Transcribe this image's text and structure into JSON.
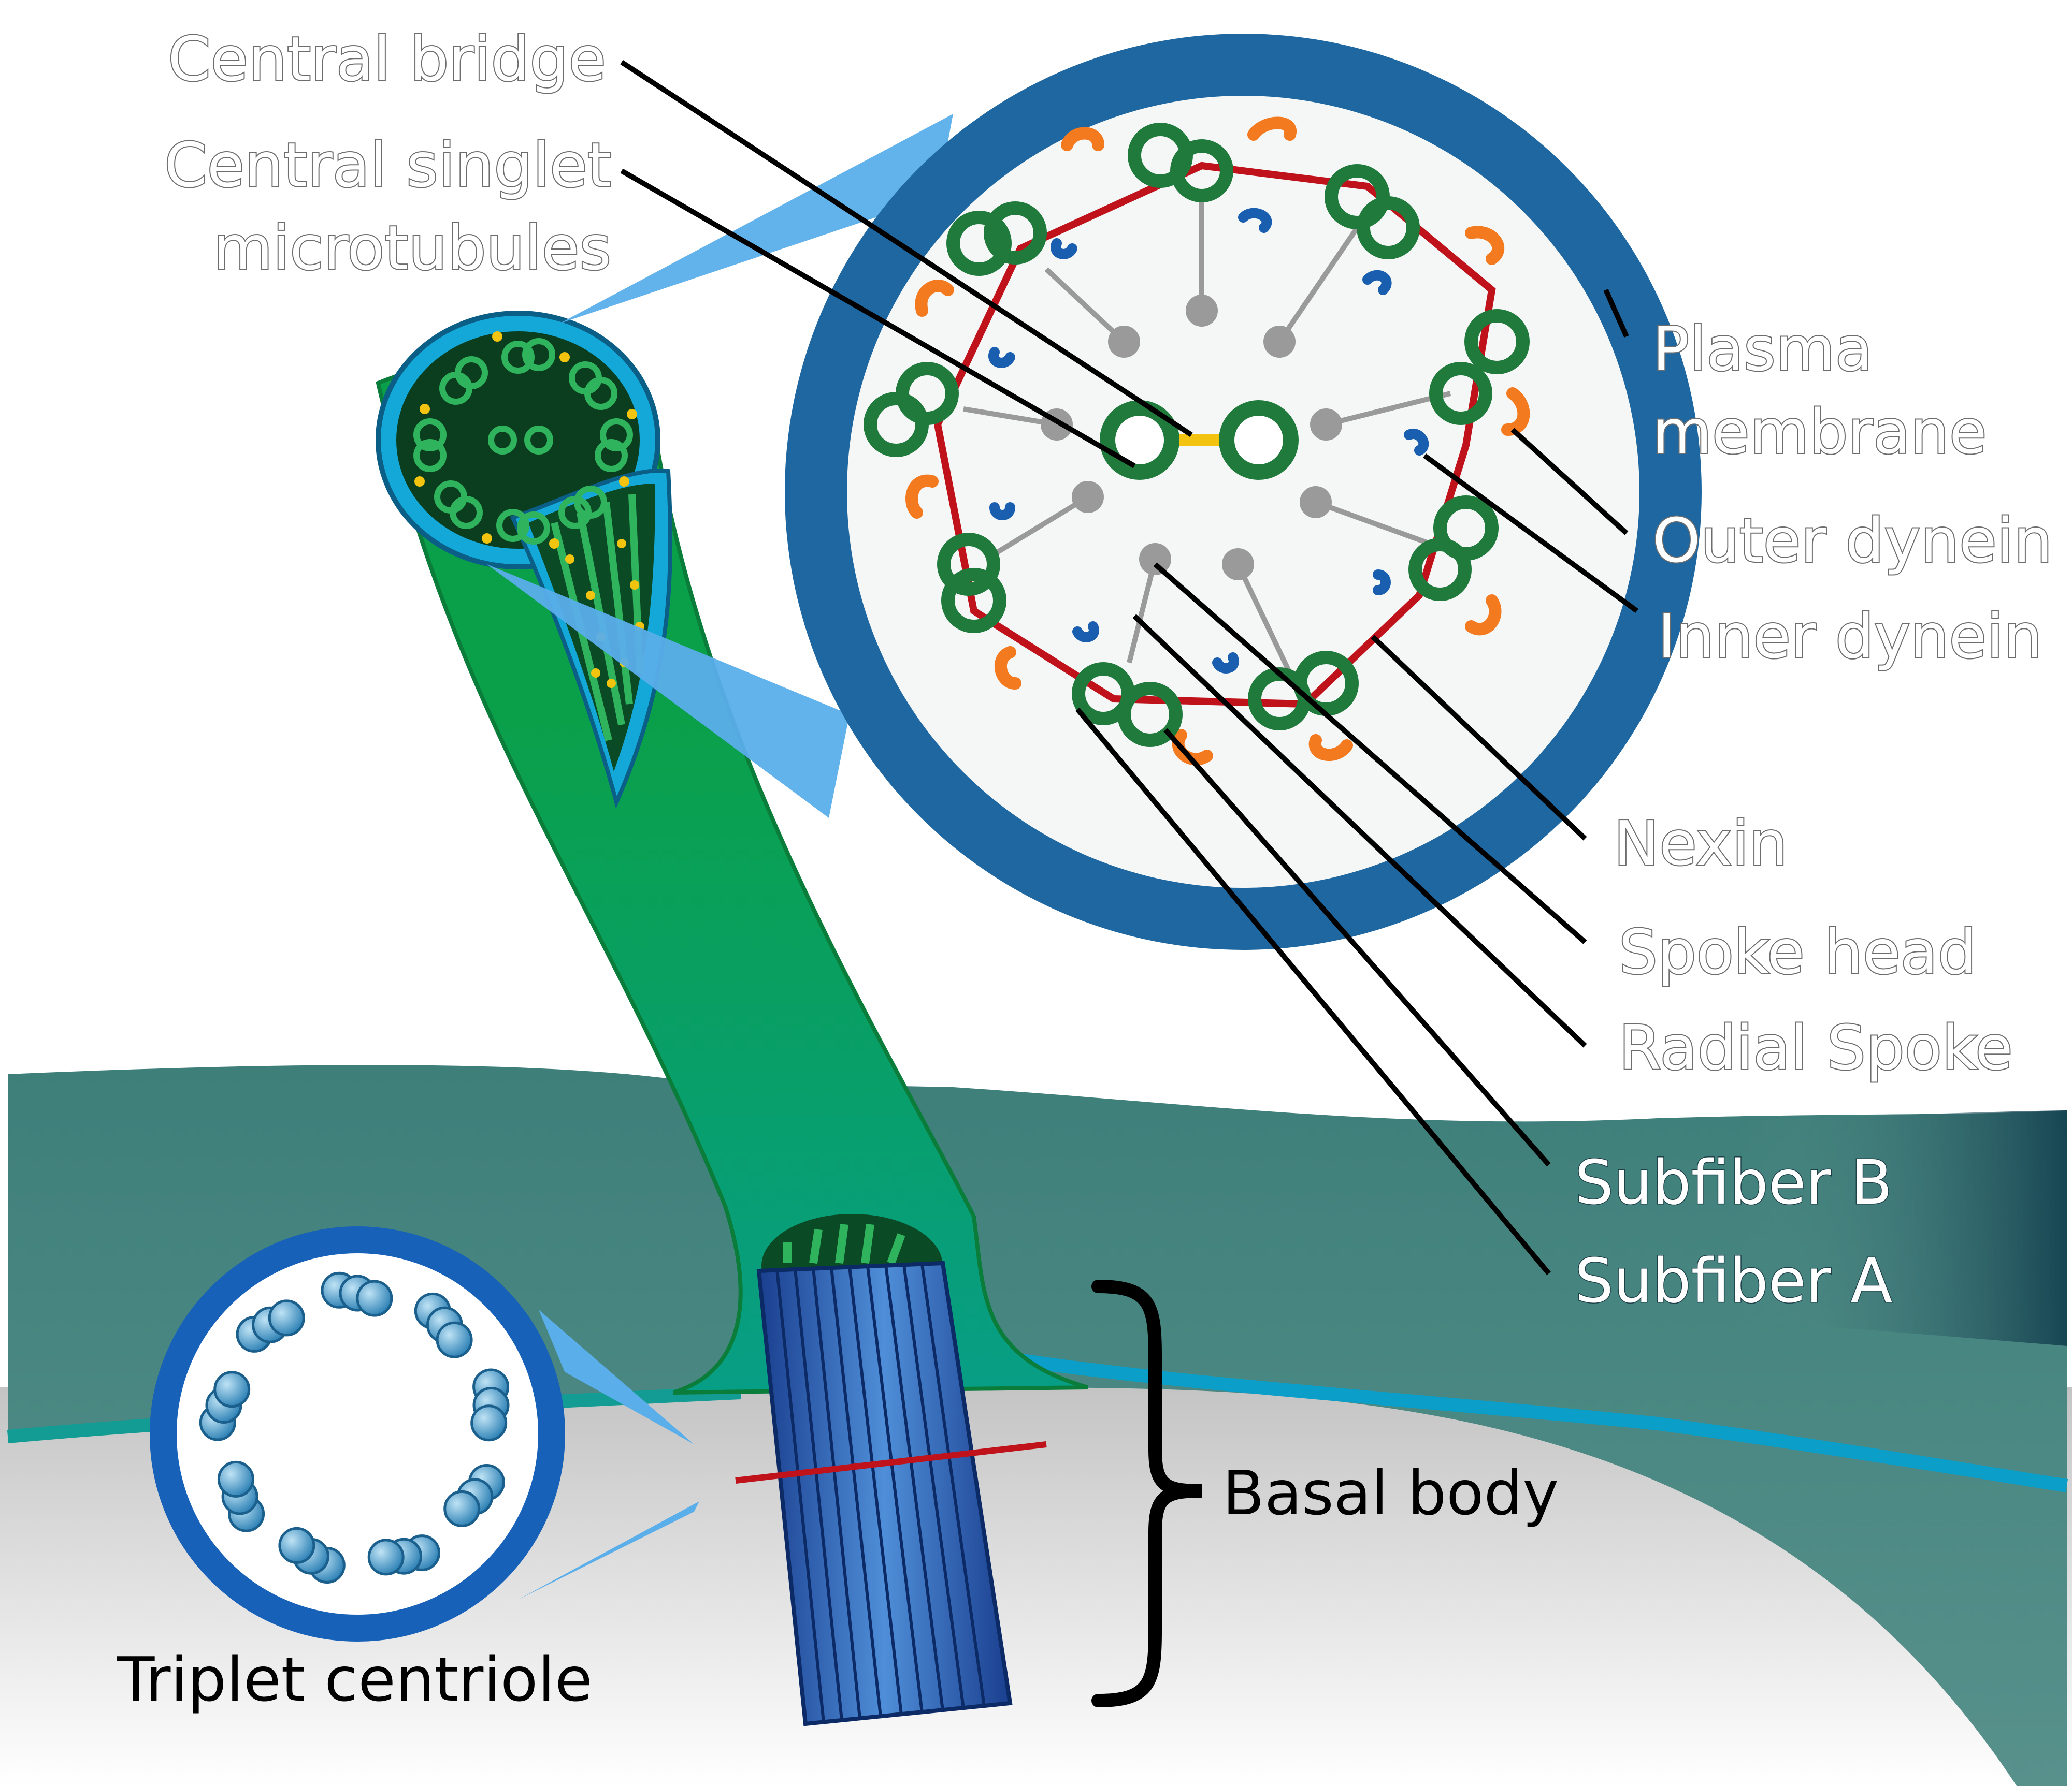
{
  "labels": {
    "central_bridge": "Central bridge",
    "central_singlet_1": "Central singlet",
    "central_singlet_2": "microtubules",
    "plasma_membrane_1": "Plasma",
    "plasma_membrane_2": "membrane",
    "outer_dynein": "Outer dynein",
    "inner_dynein": "Inner dynein",
    "nexin": "Nexin",
    "spoke_head": "Spoke head",
    "radial_spoke": "Radial Spoke",
    "subfiber_b": "Subfiber B",
    "subfiber_a": "Subfiber A",
    "basal_body": "Basal body",
    "triplet_centriole": "Triplet centriole"
  },
  "colors": {
    "plasma_membrane": "#1e67a0",
    "axoneme_green": "#1f7a3c",
    "outer_dynein": "#f47a20",
    "inner_dynein": "#1a5eb0",
    "nexin": "#c0121b",
    "radial_spoke": "#9a9a9a",
    "central_bridge": "#f2c40f",
    "cilium_shaft": "#0aa04a",
    "cell_layer": "#4f8f8a",
    "basal_body": "#2a5cab"
  }
}
